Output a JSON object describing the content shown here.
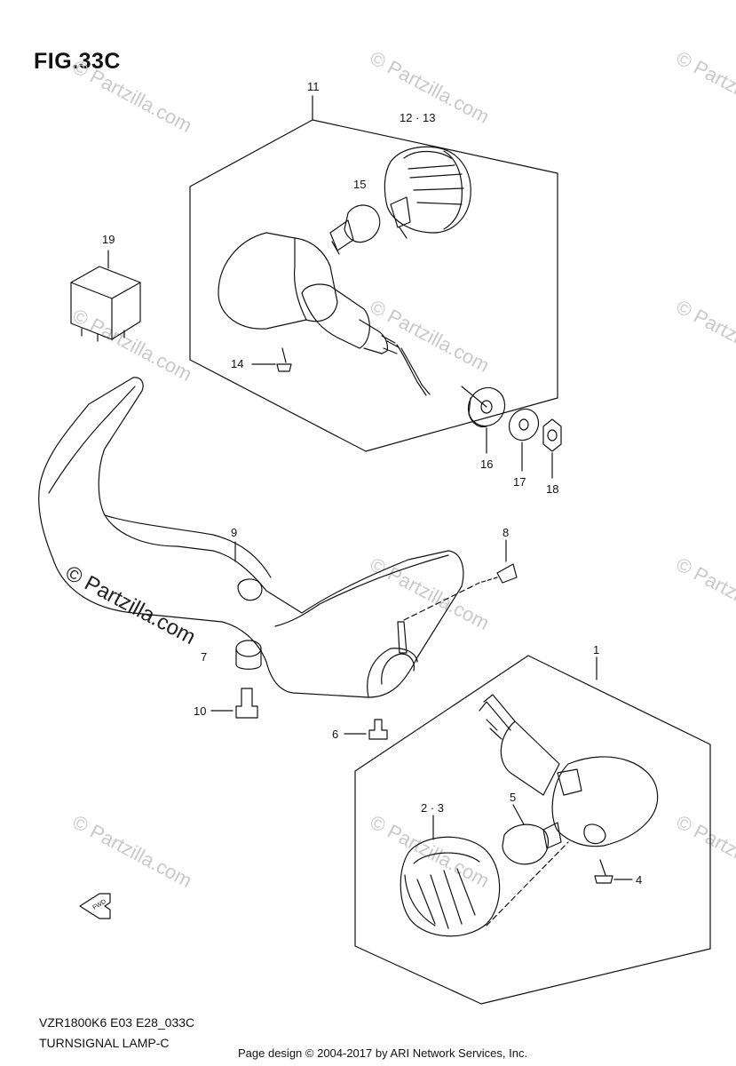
{
  "figure": {
    "title": "FIG.33C",
    "code": "VZR1800K6 E03 E28_033C",
    "name": "TURNSIGNAL LAMP-C",
    "footer": "Page design © 2004-2017 by ARI Network Services, Inc."
  },
  "watermark": {
    "small": "© Partzilla.com",
    "big": "© Partzilla.com"
  },
  "callouts": {
    "c1": "1",
    "c2_3": "2 · 3",
    "c4": "4",
    "c5": "5",
    "c6": "6",
    "c7": "7",
    "c8": "8",
    "c9": "9",
    "c10": "10",
    "c11": "11",
    "c12_13": "12 · 13",
    "c14": "14",
    "c15": "15",
    "c16": "16",
    "c17": "17",
    "c18": "18",
    "c19": "19"
  },
  "fwd_label": "FWD"
}
